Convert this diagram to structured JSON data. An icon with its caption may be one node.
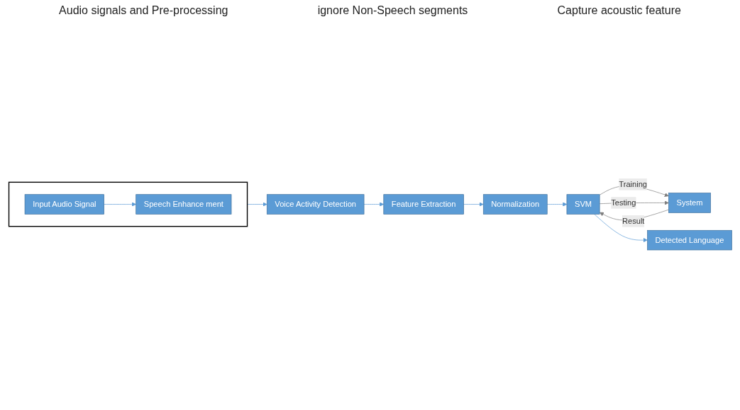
{
  "diagram": {
    "nodes": [
      {
        "text": [],
        "shape": "box"
      },
      {
        "text": [
          "Input Audio Signal"
        ],
        "in": 0
      },
      {
        "text": [
          "Speech Enhance ment"
        ],
        "in": 0
      },
      {
        "text": [
          "Voice Activity Detection"
        ]
      },
      {
        "text": [
          "Feature Extraction"
        ]
      },
      {
        "text": [
          "Normalization"
        ]
      },
      {
        "text": [
          "SVM"
        ]
      },
      {
        "text": [
          "System"
        ]
      },
      {
        "text": [
          "Detected Language"
        ]
      }
    ],
    "edges": [
      {
        "from": 1,
        "to": 2,
        "arrow": "to"
      },
      {
        "from": 0,
        "to": 3,
        "arrow": "to"
      },
      {
        "from": 3,
        "to": 4,
        "arrow": "to"
      },
      {
        "from": 4,
        "to": 5,
        "arrow": "to"
      },
      {
        "from": 5,
        "to": 6,
        "arrow": "to"
      },
      {
        "from": 6,
        "to": 7,
        "arrow": "to",
        "label": "Training",
        "color": "#808080"
      },
      {
        "from": 6,
        "to": 7,
        "arrow": "to",
        "label": "Testing",
        "color": "#808080"
      },
      {
        "from": 7,
        "to": 6,
        "arrow": "to",
        "label": "Result",
        "color": "#808080"
      },
      {
        "from": 6,
        "to": 8,
        "arrow": "to"
      }
    ],
    "labels": [
      "Audio signals and Pre-processing",
      "ignore Non-Speech segments",
      "Capture acoustic feature"
    ]
  }
}
